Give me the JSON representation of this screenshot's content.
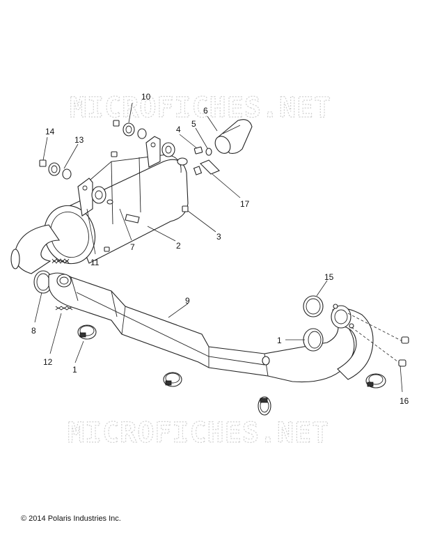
{
  "watermark": {
    "text": "MICROFICHES.NET"
  },
  "copyright": "© 2014 Polaris Industries Inc.",
  "callouts": {
    "c1a": "1",
    "c1b": "1",
    "c2": "2",
    "c3": "3",
    "c4": "4",
    "c5": "5",
    "c6": "6",
    "c7": "7",
    "c8": "8",
    "c9": "9",
    "c10": "10",
    "c11": "11",
    "c12": "12",
    "c13": "13",
    "c14": "14",
    "c15": "15",
    "c16": "16",
    "c17": "17"
  }
}
